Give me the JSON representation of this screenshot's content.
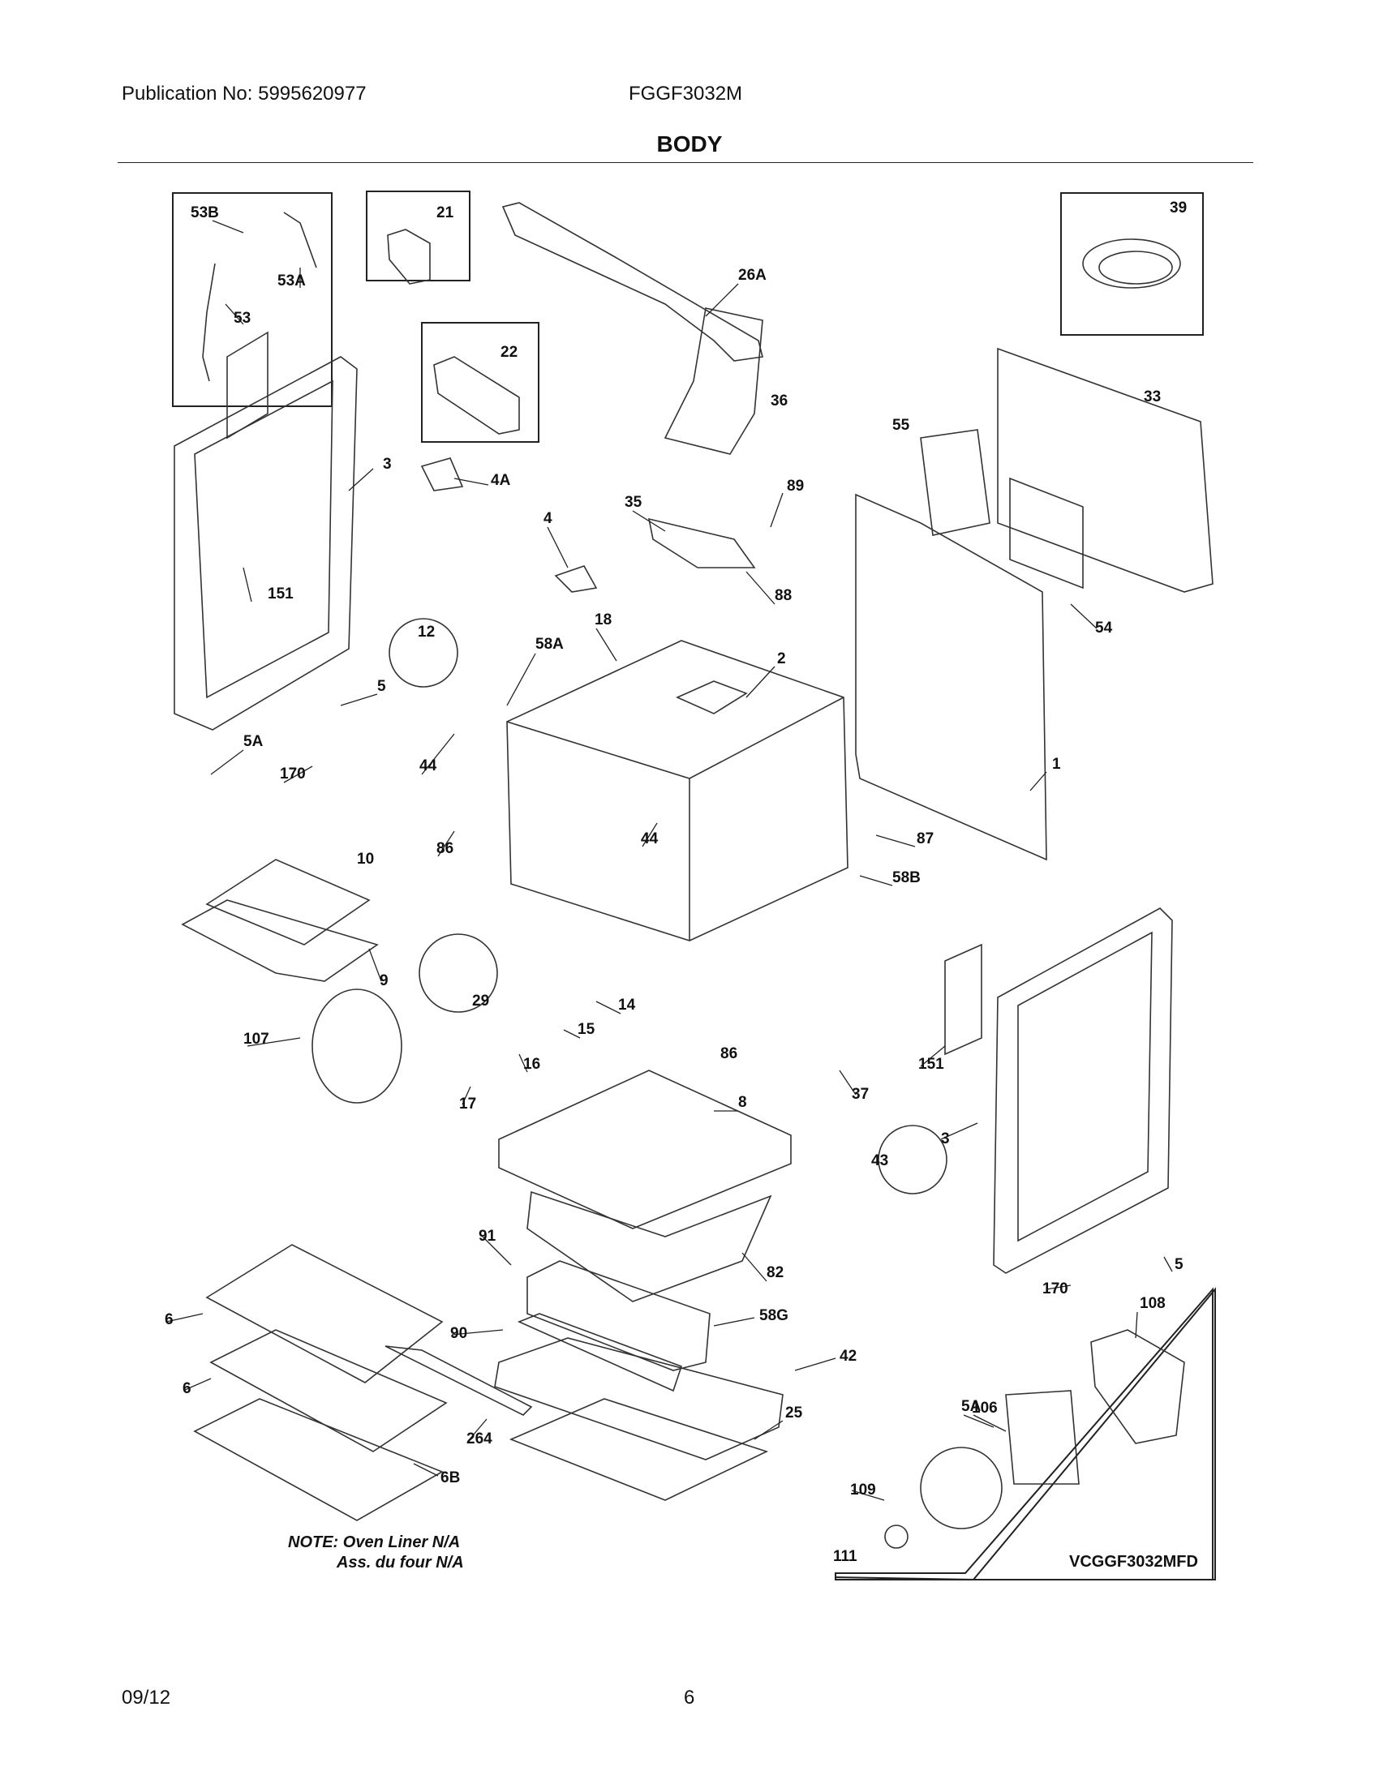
{
  "header": {
    "publication": "Publication No: 5995620977",
    "model": "FGGF3032M",
    "title": "BODY"
  },
  "diagram": {
    "part_labels": [
      "53B",
      "21",
      "26A",
      "39",
      "53A",
      "53",
      "22",
      "36",
      "33",
      "55",
      "3",
      "4A",
      "35",
      "89",
      "4",
      "88",
      "151",
      "54",
      "58A",
      "18",
      "2",
      "12",
      "5",
      "5A",
      "44",
      "170",
      "1",
      "10",
      "87",
      "86",
      "44",
      "58B",
      "9",
      "29",
      "14",
      "107",
      "15",
      "16",
      "86",
      "151",
      "37",
      "17",
      "8",
      "3",
      "43",
      "91",
      "82",
      "6",
      "58G",
      "90",
      "42",
      "170",
      "5",
      "108",
      "6",
      "5A",
      "264",
      "25",
      "106",
      "109",
      "6B",
      "111"
    ],
    "note_line1": "NOTE: Oven Liner N/A",
    "note_line2": "Ass. du four N/A",
    "diagram_code": "VCGGF3032MFD"
  },
  "footer": {
    "date": "09/12",
    "page": "6"
  }
}
